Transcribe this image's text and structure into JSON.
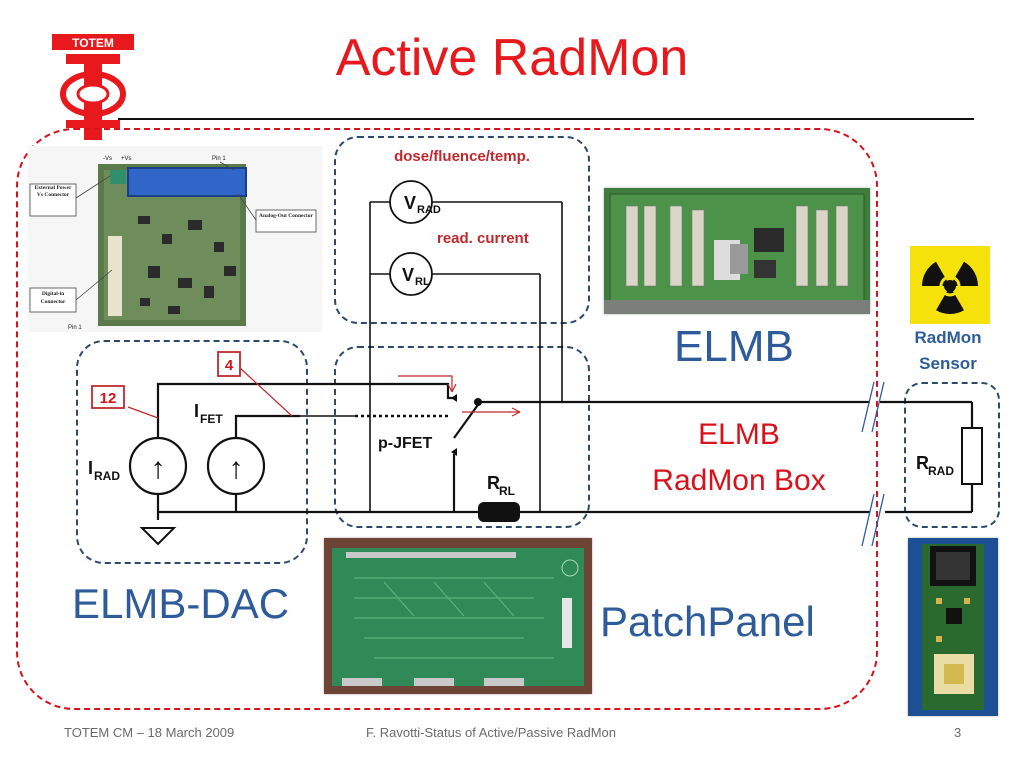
{
  "slide": {
    "title": "Active RadMon",
    "logo_text": "TOTEM"
  },
  "labels": {
    "elmb": "ELMB",
    "elmb_dac": "ELMB-DAC",
    "patchpanel": "PatchPanel",
    "radmon_box_line1": "ELMB",
    "radmon_box_line2": "RadMon Box",
    "radmon_sensor_line1": "RadMon",
    "radmon_sensor_line2": "Sensor"
  },
  "circuit": {
    "dose_label": "dose/fluence/temp.",
    "read_current": "read. current",
    "v_rad": "V",
    "v_rad_sub": "RAD",
    "v_rl": "V",
    "v_rl_sub": "RL",
    "i_rad": "I",
    "i_rad_sub": "RAD",
    "i_fet": "I",
    "i_fet_sub": "FET",
    "p_jfet": "p-JFET",
    "r_rl": "R",
    "r_rl_sub": "RL",
    "r_rad": "R",
    "r_rad_sub": "RAD",
    "channel_12": "12",
    "channel_4": "4",
    "arrow_glyph": "↑"
  },
  "board_annotations": {
    "neg_vs": "-Vs",
    "pos_vs": "+Vs",
    "pin1_top": "Pin 1",
    "ext_power": "External Power Vs Connector",
    "analog_out": "Analog-Out Connector",
    "digital_in": "Digital-in Connector",
    "pin1_bottom": "Pin 1"
  },
  "footer": {
    "left": "TOTEM CM – 18 March 2009",
    "center": "F. Ravotti-Status of Active/Passive RadMon",
    "page": "3"
  },
  "colors": {
    "title_red": "#e8191d",
    "label_blue": "#2e5c9a",
    "dashed_red": "#d8121a",
    "dashed_navy": "#2d4a6e",
    "radiation_yellow": "#f5e20a"
  }
}
